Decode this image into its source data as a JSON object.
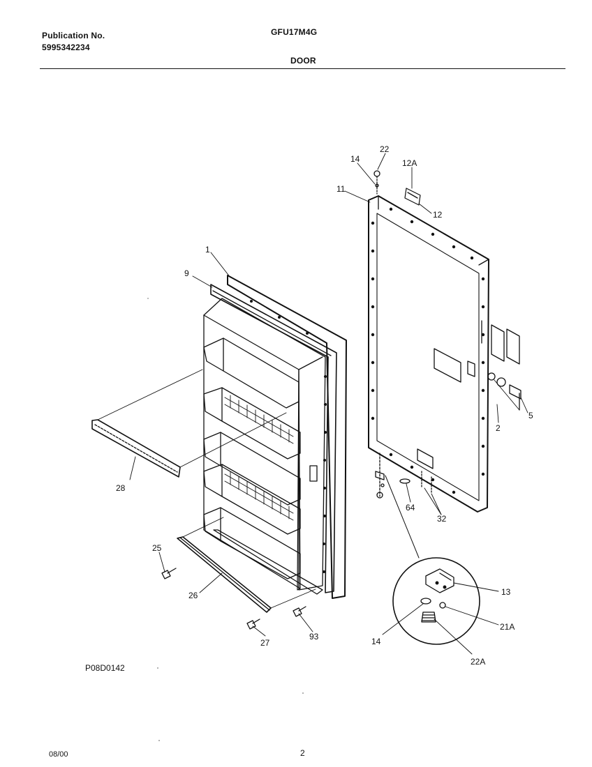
{
  "header": {
    "publication_label": "Publication No.",
    "publication_number": "5995342234",
    "model": "GFU17M4G",
    "section": "DOOR"
  },
  "footer": {
    "diagram_code": "P08D0142",
    "date": "08/00",
    "page_number": "2"
  },
  "callouts": {
    "c1": "1",
    "c9": "9",
    "c28": "28",
    "c25": "25",
    "c26": "26",
    "c27": "27",
    "c93": "93",
    "c22": "22",
    "c14": "14",
    "c12A": "12A",
    "c11": "11",
    "c12": "12",
    "c5": "5",
    "c2": "2",
    "c64": "64",
    "c32": "32",
    "c13": "13",
    "c14b": "14",
    "c21A": "21A",
    "c22A": "22A"
  }
}
